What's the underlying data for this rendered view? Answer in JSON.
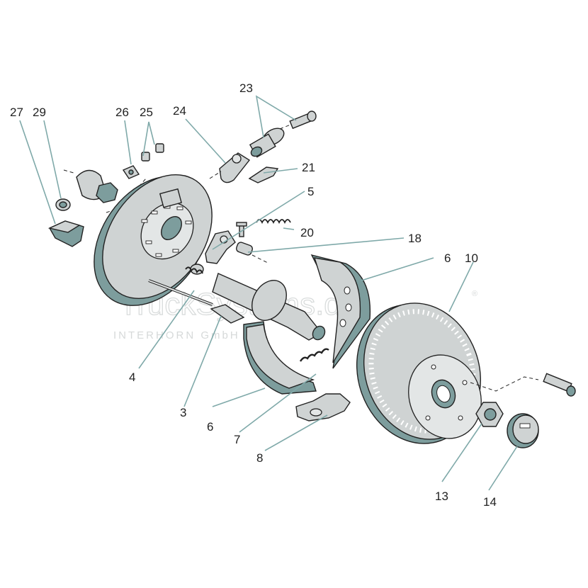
{
  "diagram": {
    "watermark_main": "TruckSystems.de",
    "watermark_sub": "INTERHORN GmbH",
    "watermark_mark": "®",
    "labels": [
      "27",
      "29",
      "26",
      "25",
      "24",
      "23",
      "21",
      "5",
      "20",
      "18",
      "6",
      "10",
      "4",
      "3",
      "6",
      "7",
      "8",
      "13",
      "14"
    ],
    "colors": {
      "part_fill": "#cfd3d3",
      "shadow_fill": "#7d9d9d",
      "leader_line": "#7fa9a9",
      "outline": "#222222"
    }
  }
}
